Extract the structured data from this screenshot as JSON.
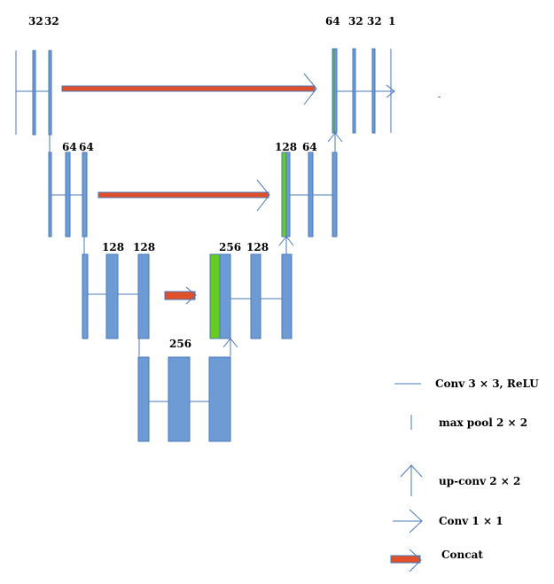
{
  "diagram": {
    "colors": {
      "block": "#6f9bd4",
      "block_stroke": "#4a78b8",
      "concat_block": "#66cc22",
      "concat_arrow": "#e0502a",
      "line": "#4a78b8"
    },
    "level1": {
      "encoder_labels": [
        "32",
        "32"
      ],
      "decoder_labels": [
        "64",
        "32",
        "32",
        "1"
      ]
    },
    "level2": {
      "encoder_labels": [
        "64",
        "64"
      ],
      "decoder_labels": [
        "128",
        "64"
      ]
    },
    "level3": {
      "encoder_labels": [
        "128",
        "128"
      ],
      "decoder_labels": [
        "256",
        "128"
      ]
    },
    "bottleneck": {
      "label": "256"
    },
    "stray_mark": "-",
    "legend": [
      {
        "symbol": "conv-line",
        "label": "Conv 3 × 3, ReLU"
      },
      {
        "symbol": "max-pool",
        "label": "max pool  2 × 2"
      },
      {
        "symbol": "up-conv-arrow",
        "label": "up-conv 2 × 2"
      },
      {
        "symbol": "conv1x1-arrow",
        "label": "Conv  1 × 1"
      },
      {
        "symbol": "concat-bar",
        "label": "Concat"
      }
    ]
  }
}
